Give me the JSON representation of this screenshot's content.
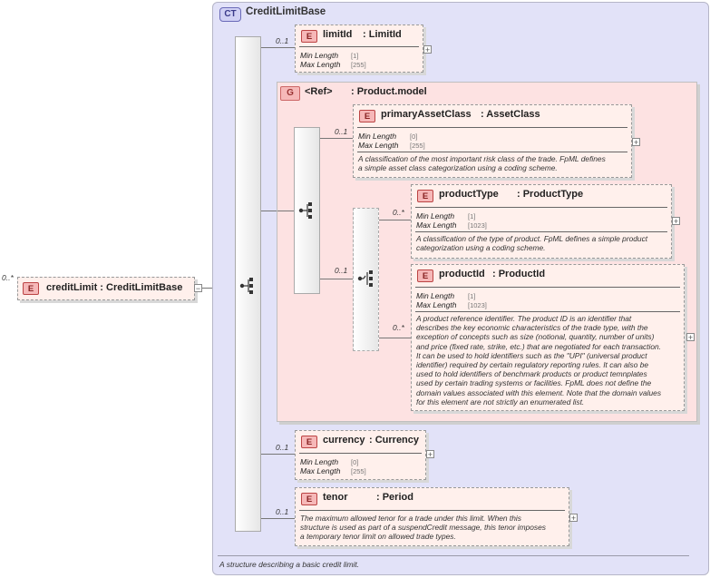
{
  "root": {
    "cardinality": "0..*",
    "badge": "E",
    "name": "creditLimit",
    "type": ": CreditLimitBase",
    "collapse": "−"
  },
  "complex_type": {
    "badge": "CT",
    "name": "CreditLimitBase",
    "description": "A structure describing a basic credit limit."
  },
  "limit_id": {
    "cardinality": "0..1",
    "badge": "E",
    "name": "limitId",
    "type": ": LimitId",
    "facets": [
      {
        "key": "Min Length",
        "value": "[1]"
      },
      {
        "key": "Max Length",
        "value": "[255]"
      }
    ],
    "expand": "+"
  },
  "group": {
    "badge": "G",
    "ref": "<Ref>",
    "type": ": Product.model"
  },
  "primary_asset_class": {
    "cardinality": "0..1",
    "badge": "E",
    "name": "primaryAssetClass",
    "type": ": AssetClass",
    "facets": [
      {
        "key": "Min Length",
        "value": "[0]"
      },
      {
        "key": "Max Length",
        "value": "[255]"
      }
    ],
    "description": [
      "A classification of the most important risk class of the trade. FpML defines",
      "a simple asset class categorization using a coding scheme."
    ],
    "expand": "+"
  },
  "choice_cardinality": "0..1",
  "product_type": {
    "cardinality": "0..*",
    "badge": "E",
    "name": "productType",
    "type": ": ProductType",
    "facets": [
      {
        "key": "Min Length",
        "value": "[1]"
      },
      {
        "key": "Max Length",
        "value": "[1023]"
      }
    ],
    "description": [
      "A classification of the type of product. FpML defines a simple product",
      "categorization using a coding scheme."
    ],
    "expand": "+"
  },
  "product_id": {
    "cardinality": "0..*",
    "badge": "E",
    "name": "productId",
    "type": ": ProductId",
    "facets": [
      {
        "key": "Min Length",
        "value": "[1]"
      },
      {
        "key": "Max Length",
        "value": "[1023]"
      }
    ],
    "description": [
      "A product reference identifier. The product ID is an identifier that",
      "describes the key economic characteristics of the trade type, with the",
      "exception of concepts such as size (notional, quantity, number of units)",
      "and price (fixed rate, strike, etc.) that are negotiated for each transaction.",
      "It can be used to hold identifiers such as the \"UPI\" (universal product",
      "identifier) required by certain regulatory reporting rules. It can also be",
      "used to hold identifiers of benchmark products or product temnplates",
      "used by certain trading systems or facilities. FpML does not define the",
      "domain values associated with this element. Note that the domain values",
      "for this element are not strictly an enumerated list."
    ],
    "expand": "+"
  },
  "currency": {
    "cardinality": "0..1",
    "badge": "E",
    "name": "currency",
    "type": ": Currency",
    "facets": [
      {
        "key": "Min Length",
        "value": "[0]"
      },
      {
        "key": "Max Length",
        "value": "[255]"
      }
    ],
    "expand": "+"
  },
  "tenor": {
    "cardinality": "0..1",
    "badge": "E",
    "name": "tenor",
    "type": ": Period",
    "description": [
      "The maximum allowed tenor for a trade under this limit. When this",
      "structure is used as part of a suspendCredit message, this tenor imposes",
      "a temporary tenor limit on allowed trade types."
    ],
    "expand": "+"
  }
}
